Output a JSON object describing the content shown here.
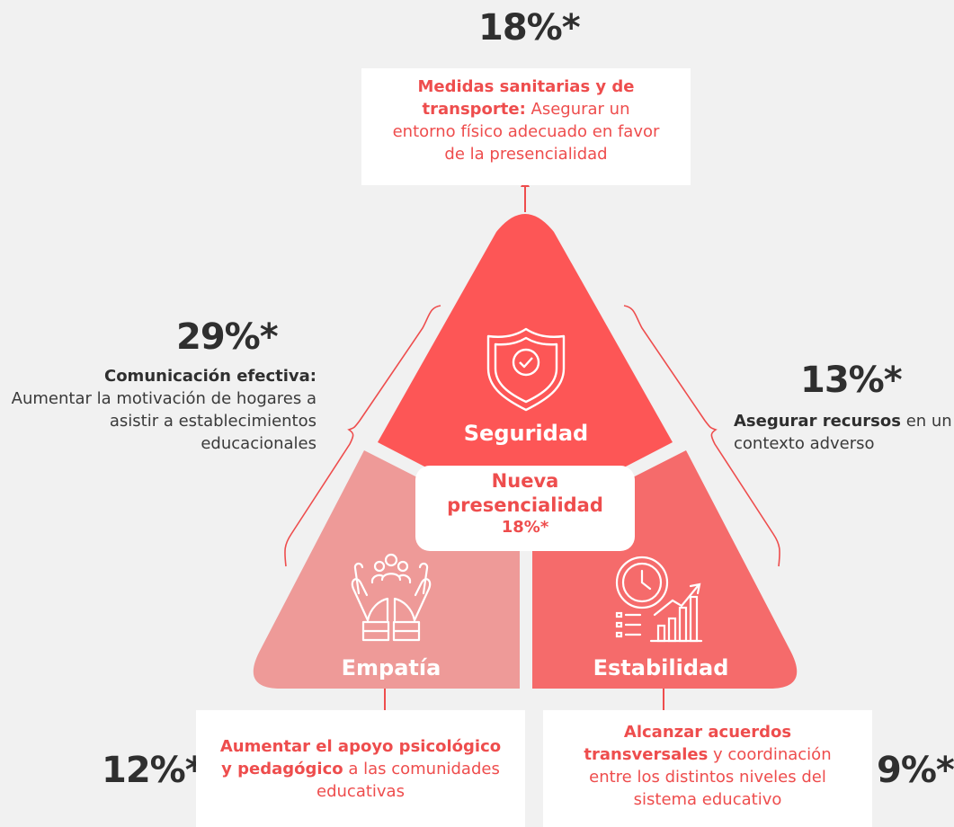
{
  "top": {
    "percent": "18%*",
    "bold": "Medidas sanitarias y de transporte:",
    "text": " Asegurar un entorno físico adecuado en favor de la presencialidad"
  },
  "left": {
    "percent": "29%*",
    "bold": "Comunicación efectiva:",
    "text": "Aumentar la motivación de hogares a asistir a establecimientos educacionales"
  },
  "right": {
    "percent": "13%*",
    "bold": "Asegurar recursos",
    "text": " en un contexto adverso"
  },
  "bottom_left": {
    "percent": "12%*",
    "bold": "Aumentar el apoyo psicológico y pedagógico",
    "text": " a las comunidades educativas"
  },
  "bottom_right": {
    "percent": "9%*",
    "bold": "Alcanzar acuerdos transversales",
    "text": " y coordinación entre los distintos niveles del sistema educativo"
  },
  "center": {
    "line1": "Nueva",
    "line2": "presencialidad",
    "line3": "18%*"
  },
  "segments": {
    "top": "Seguridad",
    "left": "Empatía",
    "right": "Estabilidad"
  },
  "colors": {
    "top": "#fd5656",
    "left": "#ee9a98",
    "right": "#f56b6b",
    "accent": "#ee4d4d"
  },
  "icons": [
    "shield-check-icon",
    "hands-community-icon",
    "clock-growth-icon"
  ]
}
